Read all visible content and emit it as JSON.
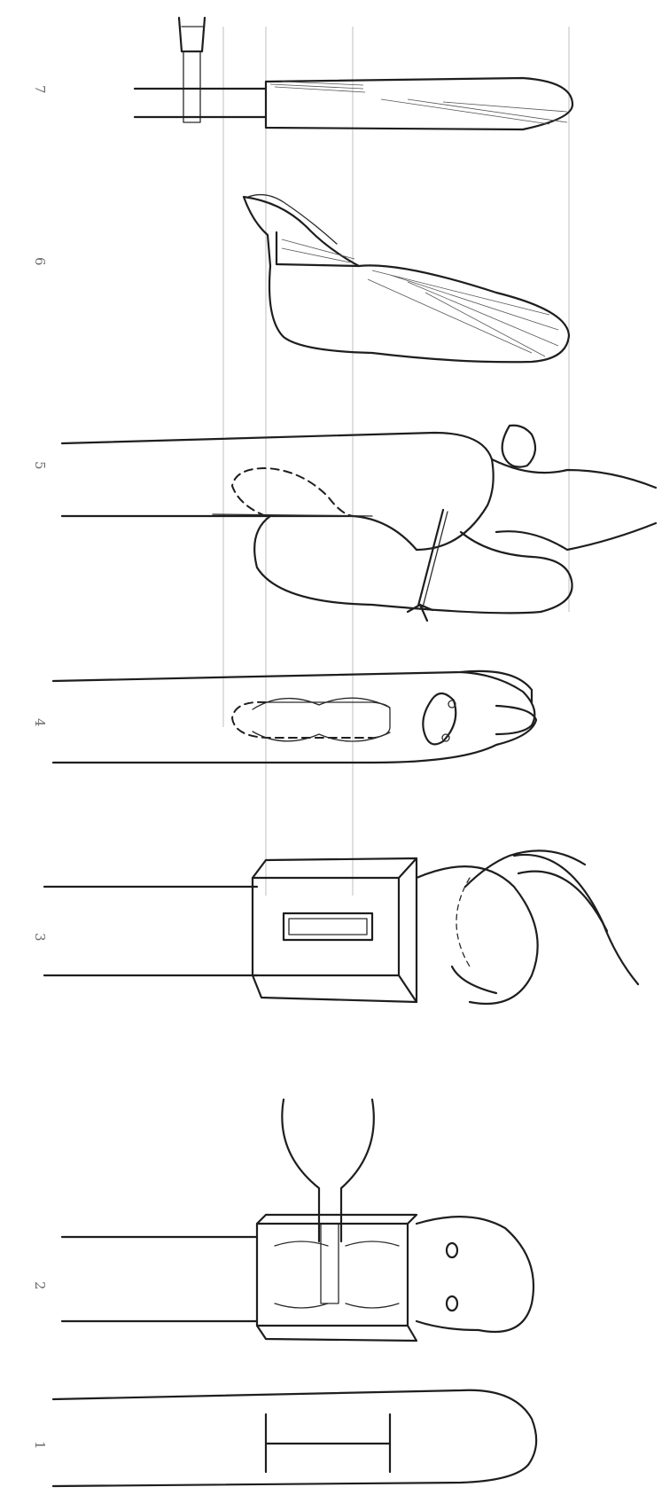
{
  "figure": {
    "steps": [
      {
        "label": "1"
      },
      {
        "label": "2"
      },
      {
        "label": "3"
      },
      {
        "label": "4"
      },
      {
        "label": "5"
      },
      {
        "label": "6"
      },
      {
        "label": "7"
      }
    ]
  },
  "colors": {
    "ink": "#1e1e1e",
    "guide": "#b9b9b9",
    "paper": "#ffffff"
  }
}
